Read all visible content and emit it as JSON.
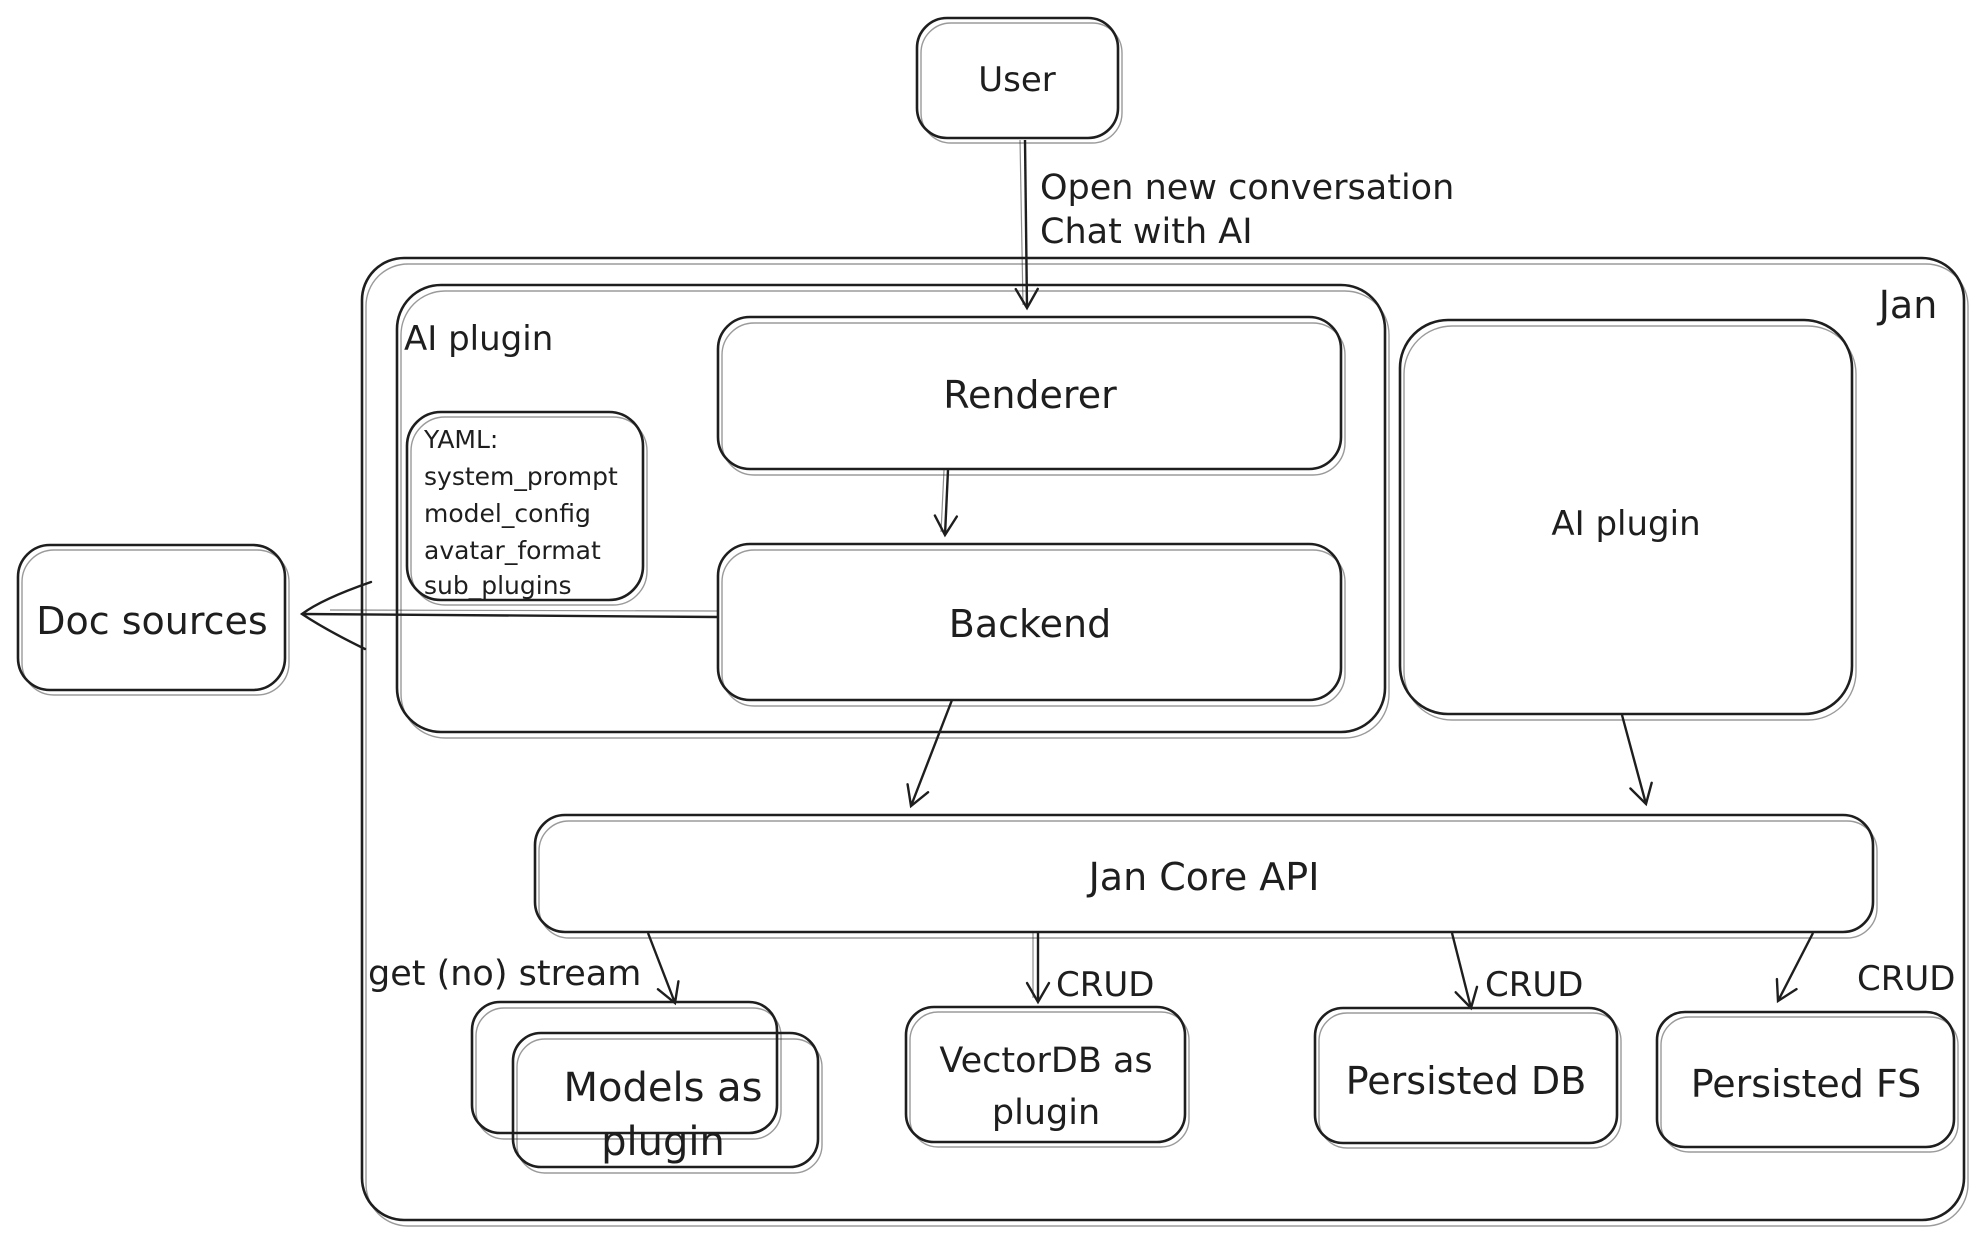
{
  "diagram": {
    "colors": {
      "stroke": "#1e1e1e",
      "background": "#ffffff"
    },
    "container": {
      "label": "Jan"
    },
    "nodes": {
      "user": {
        "label": "User"
      },
      "ai_plugin_group": {
        "label": "AI plugin"
      },
      "yaml_note": {
        "lines": [
          "YAML:",
          "system_prompt",
          "model_config",
          "avatar_format",
          "sub_plugins"
        ]
      },
      "renderer": {
        "label": "Renderer"
      },
      "backend": {
        "label": "Backend"
      },
      "ai_plugin": {
        "label": "AI plugin"
      },
      "doc_sources": {
        "label": "Doc sources"
      },
      "jan_core_api": {
        "label": "Jan Core API"
      },
      "models_as_plugin": {
        "lines": [
          "Models as",
          "plugin"
        ]
      },
      "vectordb_as_plugin": {
        "lines": [
          "VectorDB as",
          "plugin"
        ]
      },
      "persisted_db": {
        "label": "Persisted DB"
      },
      "persisted_fs": {
        "label": "Persisted FS"
      }
    },
    "edge_labels": {
      "user_action": {
        "lines": [
          "Open new conversation",
          "Chat with AI"
        ]
      },
      "get_no_stream": "get (no) stream",
      "crud_vectordb": "CRUD",
      "crud_persisted_db": "CRUD",
      "crud_persisted_fs": "CRUD"
    }
  }
}
